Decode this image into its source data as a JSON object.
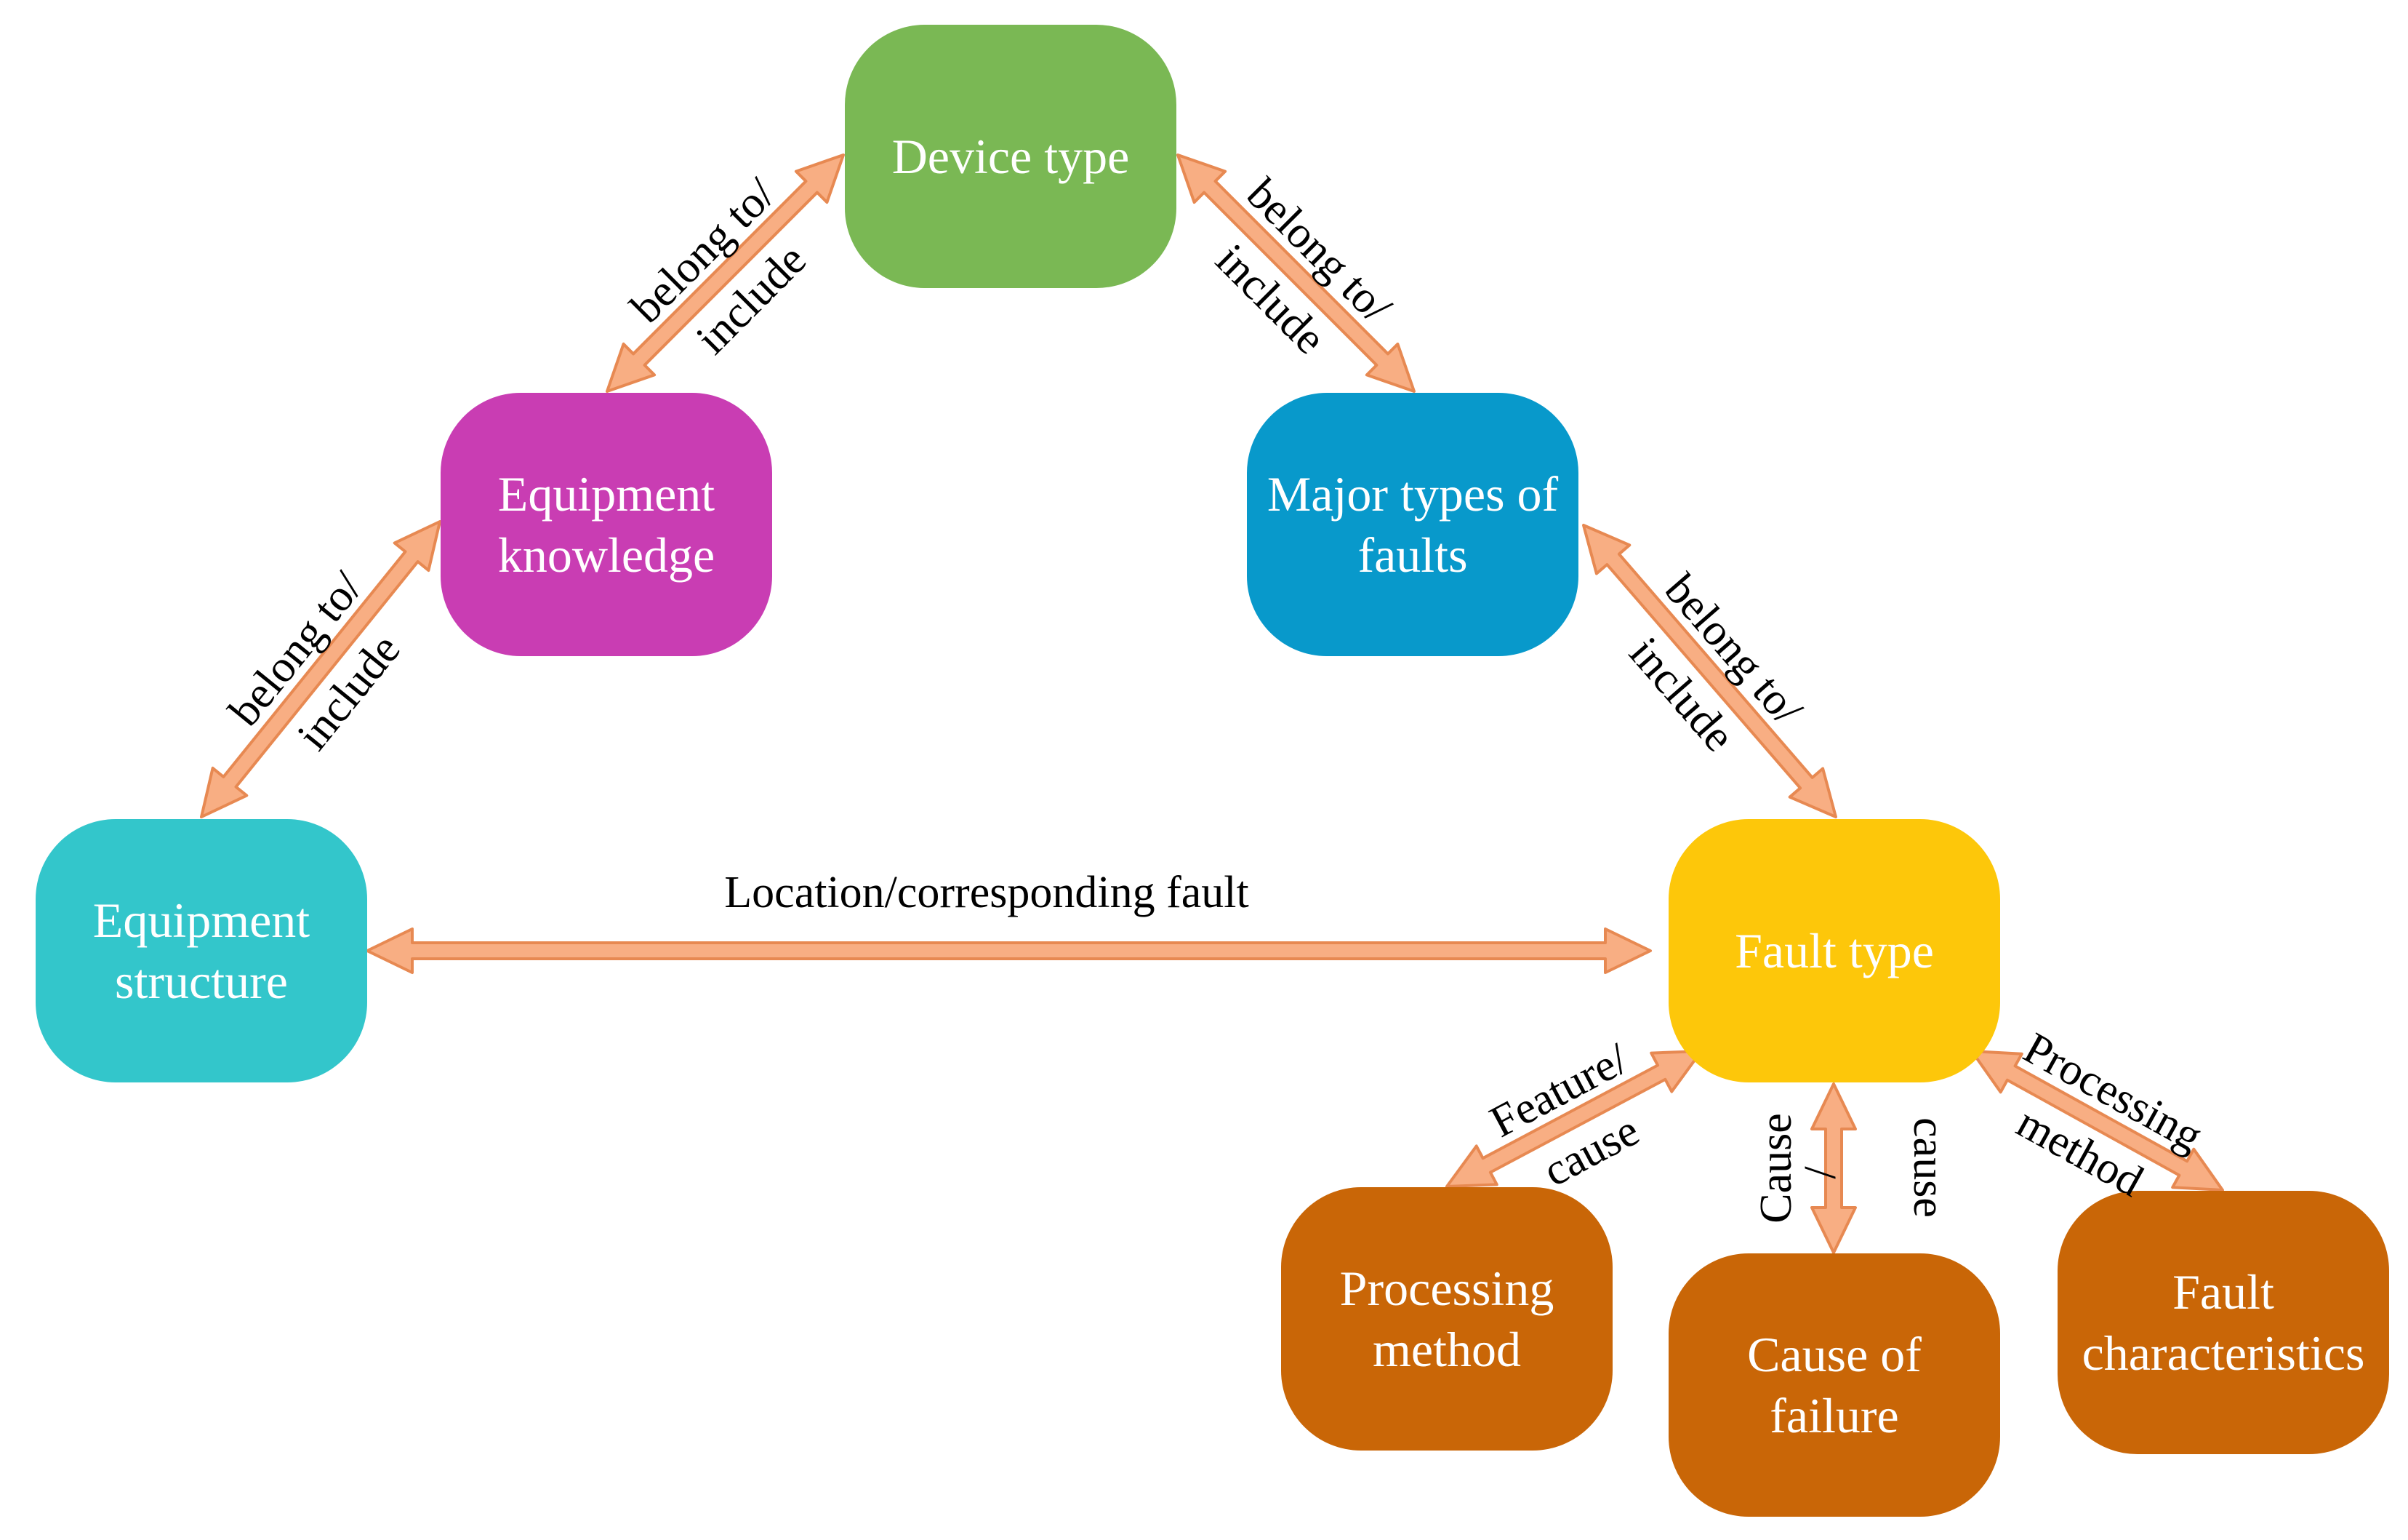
{
  "colors": {
    "device_type": "#7ab854",
    "equipment_knowledge": "#c93db3",
    "major_types_of_faults": "#0899cb",
    "equipment_structure": "#33c6cb",
    "fault_type": "#fdc70a",
    "leaf_nodes": "#c96607",
    "arrow_fill": "#f8ae83",
    "arrow_stroke": "#e78952"
  },
  "nodes": {
    "device_type": {
      "line1": "Device type"
    },
    "equipment_knowledge": {
      "line1": "Equipment",
      "line2": "knowledge"
    },
    "major_types_of_faults": {
      "line1": "Major types of",
      "line2": "faults"
    },
    "equipment_structure": {
      "line1": "Equipment",
      "line2": "structure"
    },
    "fault_type": {
      "line1": "Fault type"
    },
    "processing_method": {
      "line1": "Processing",
      "line2": "method"
    },
    "cause_of_failure": {
      "line1": "Cause of",
      "line2": "failure"
    },
    "fault_characteristics": {
      "line1": "Fault",
      "line2": "characteristics"
    }
  },
  "edges": {
    "knowledge_device": {
      "line1": "belong to/",
      "line2": "include"
    },
    "device_major": {
      "line1": "belong to/",
      "line2": "include"
    },
    "structure_knowledge": {
      "line1": "belong to/",
      "line2": "include"
    },
    "major_fault": {
      "line1": "belong to/",
      "line2": "include"
    },
    "structure_fault": {
      "line1": "Location/corresponding fault"
    },
    "fault_processing": {
      "line1": "Feature/",
      "line2": "cause"
    },
    "fault_cause": {
      "line1": "Cause",
      "line2": "/",
      "line3": "cause"
    },
    "fault_characteristics": {
      "line1": "Processing",
      "line2": "method"
    }
  }
}
